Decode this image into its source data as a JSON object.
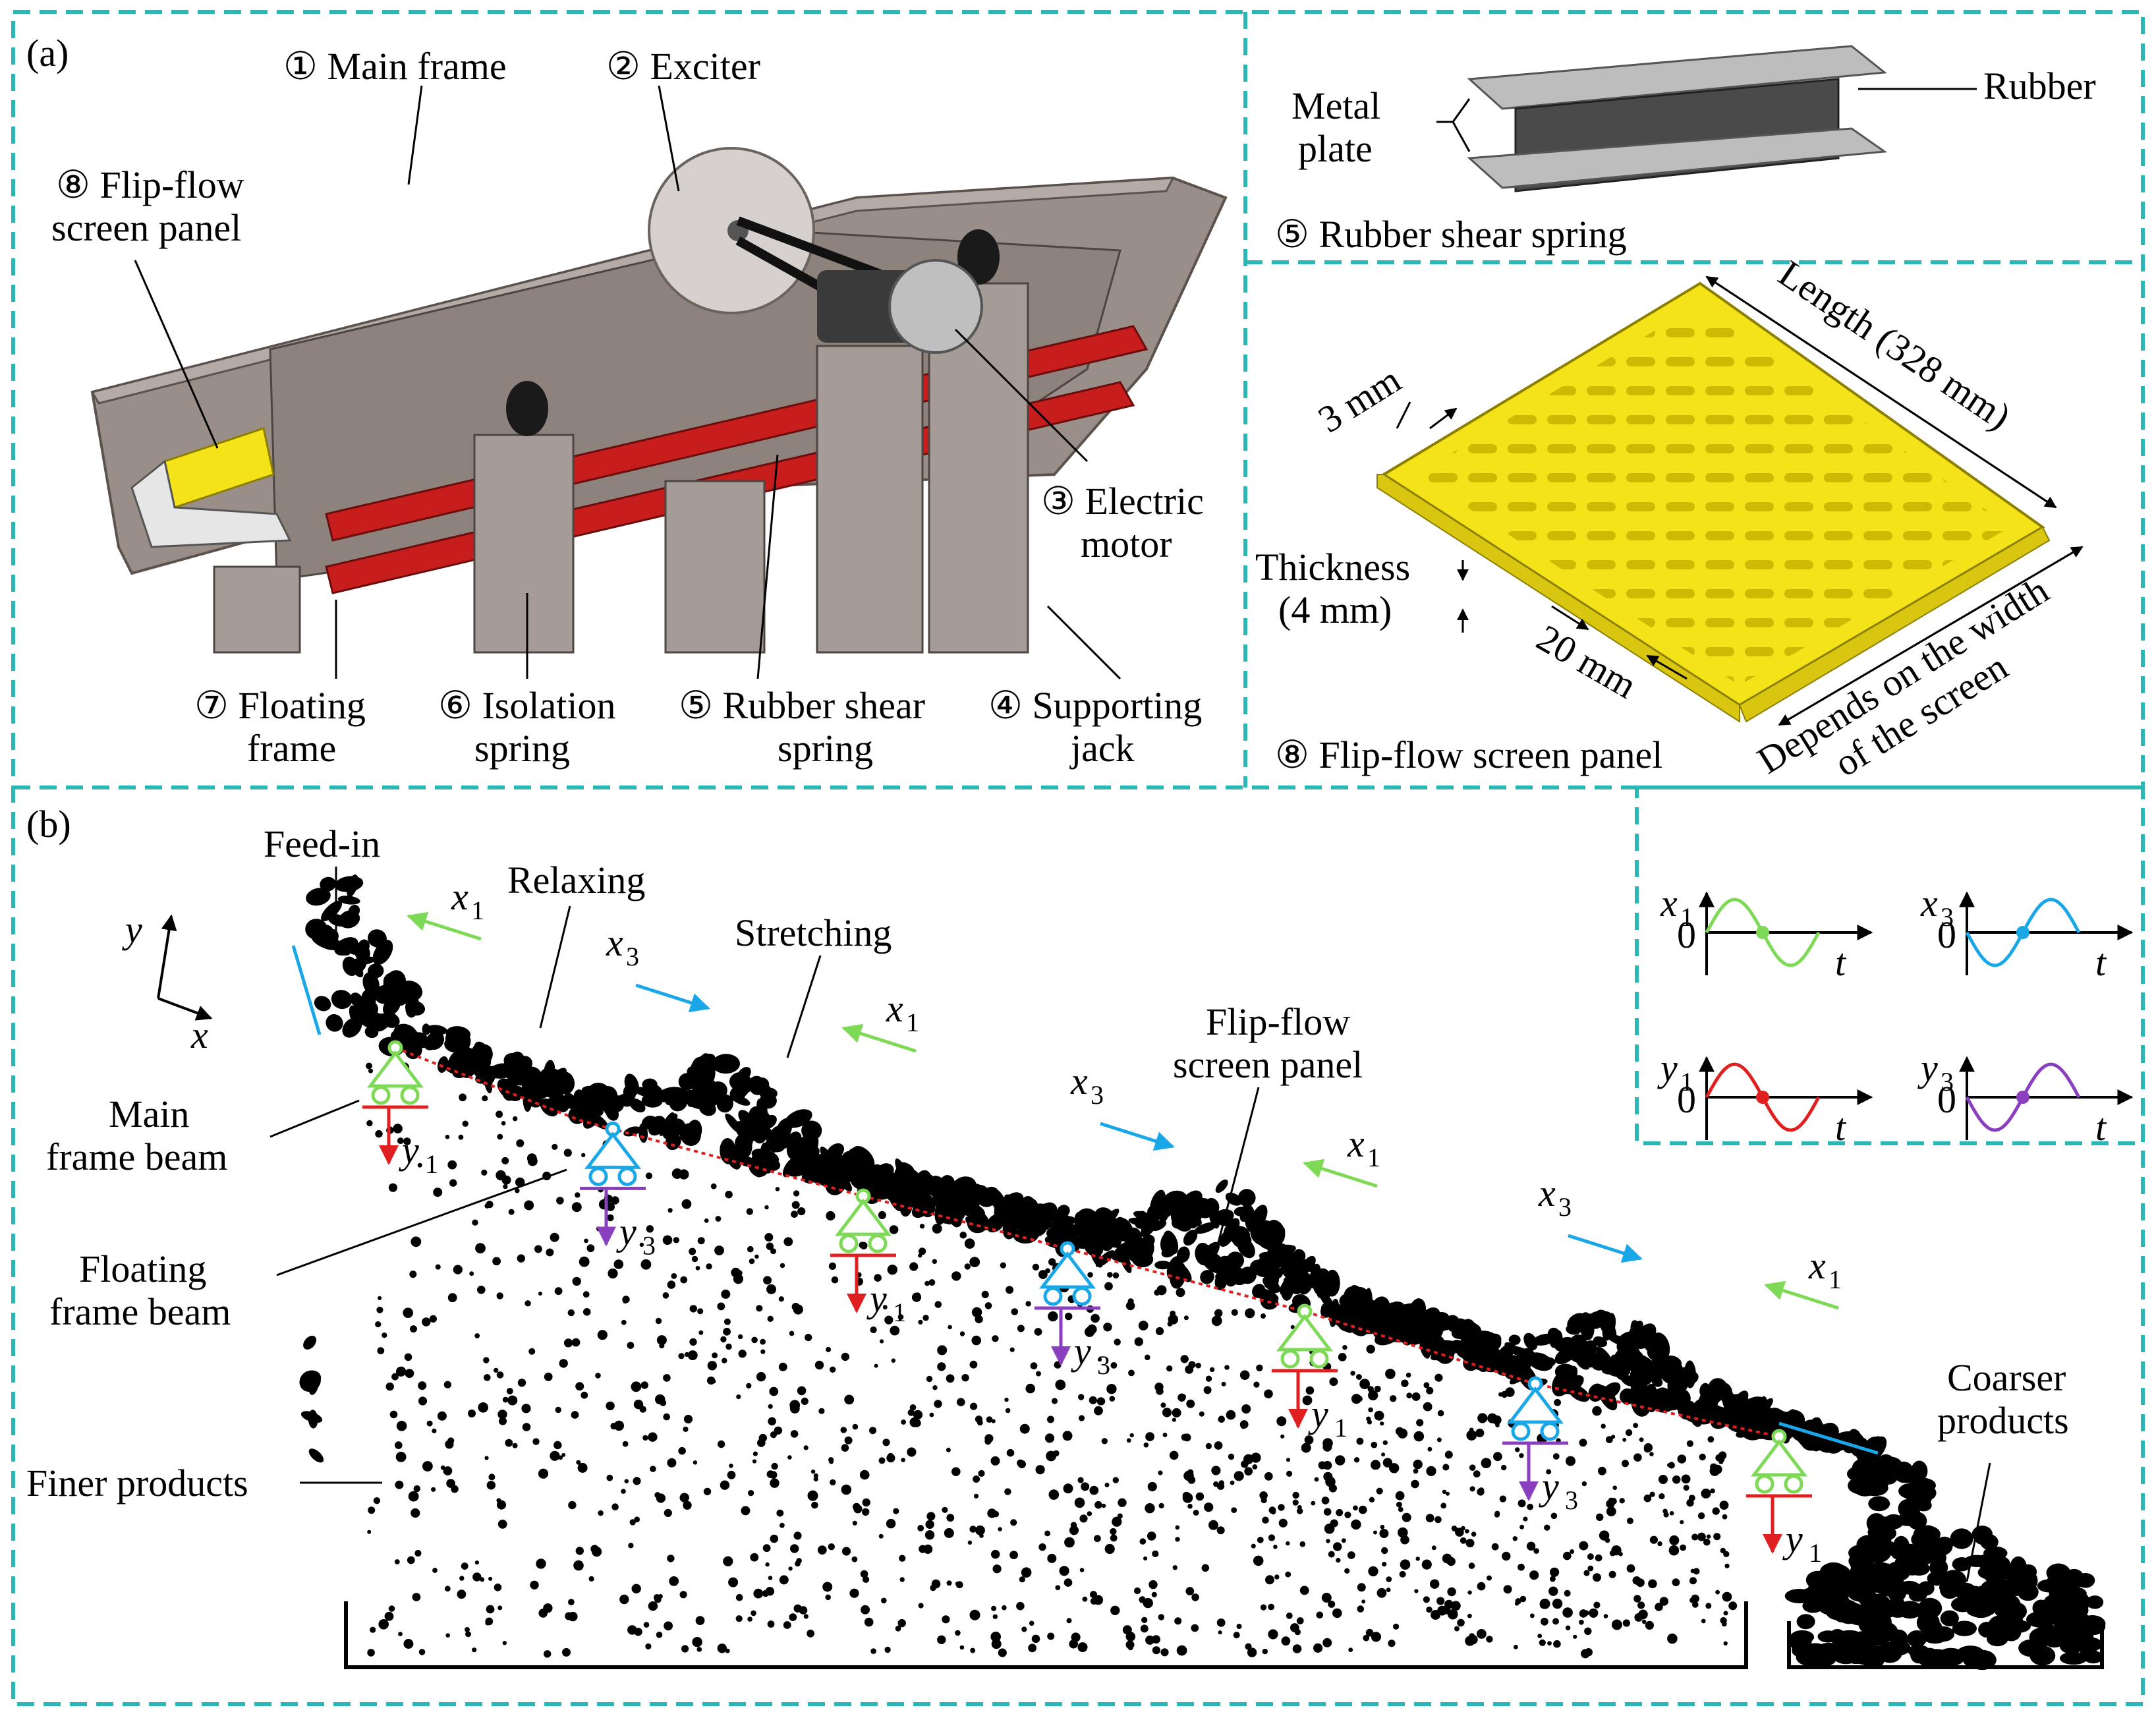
{
  "panel_a": {
    "tag": "(a)",
    "labels": {
      "main_frame": "① Main frame",
      "exciter": "② Exciter",
      "flip_flow_1": "⑧ Flip-flow",
      "flip_flow_2": "screen panel",
      "motor_1": "③ Electric",
      "motor_2": "motor",
      "floating_1": "⑦ Floating",
      "floating_2": "frame",
      "isolation_1": "⑥ Isolation",
      "isolation_2": "spring",
      "rubber_shear_1": "⑤ Rubber shear",
      "rubber_shear_2": "spring",
      "supporting_1": "④ Supporting",
      "supporting_2": "jack"
    }
  },
  "panel_spring": {
    "metal_1": "Metal",
    "metal_2": "plate",
    "rubber": "Rubber",
    "caption": "⑤ Rubber shear spring"
  },
  "panel_screen": {
    "three_mm": "3 mm",
    "length": "Length (328 mm)",
    "thickness_1": "Thickness",
    "thickness_2": "(4 mm)",
    "twenty_mm": "20 mm",
    "width_1": "Depends on the width",
    "width_2": "of the screen",
    "caption": "⑧ Flip-flow screen panel"
  },
  "panel_b": {
    "tag": "(b)",
    "feed_in": "Feed-in",
    "relaxing": "Relaxing",
    "stretching": "Stretching",
    "flipflow_1": "Flip-flow",
    "flipflow_2": "screen panel",
    "main_beam_1": "Main",
    "main_beam_2": "frame beam",
    "floating_beam_1": "Floating",
    "floating_beam_2": "frame beam",
    "finer": "Finer products",
    "coarser_1": "Coarser",
    "coarser_2": "products",
    "axis_y": "y",
    "axis_x": "x",
    "x": "x",
    "y": "y",
    "t": "t",
    "zero": "0",
    "s1": "1",
    "s3": "3"
  },
  "colors": {
    "frame_border": "#2bb7b5",
    "green": "#7ed957",
    "blue": "#1aa7e8",
    "red": "#e02020",
    "purple": "#8a3fbf",
    "yellow": "#f5e31a",
    "machine": "#9a8e88",
    "beam_red": "#c81d1d"
  }
}
